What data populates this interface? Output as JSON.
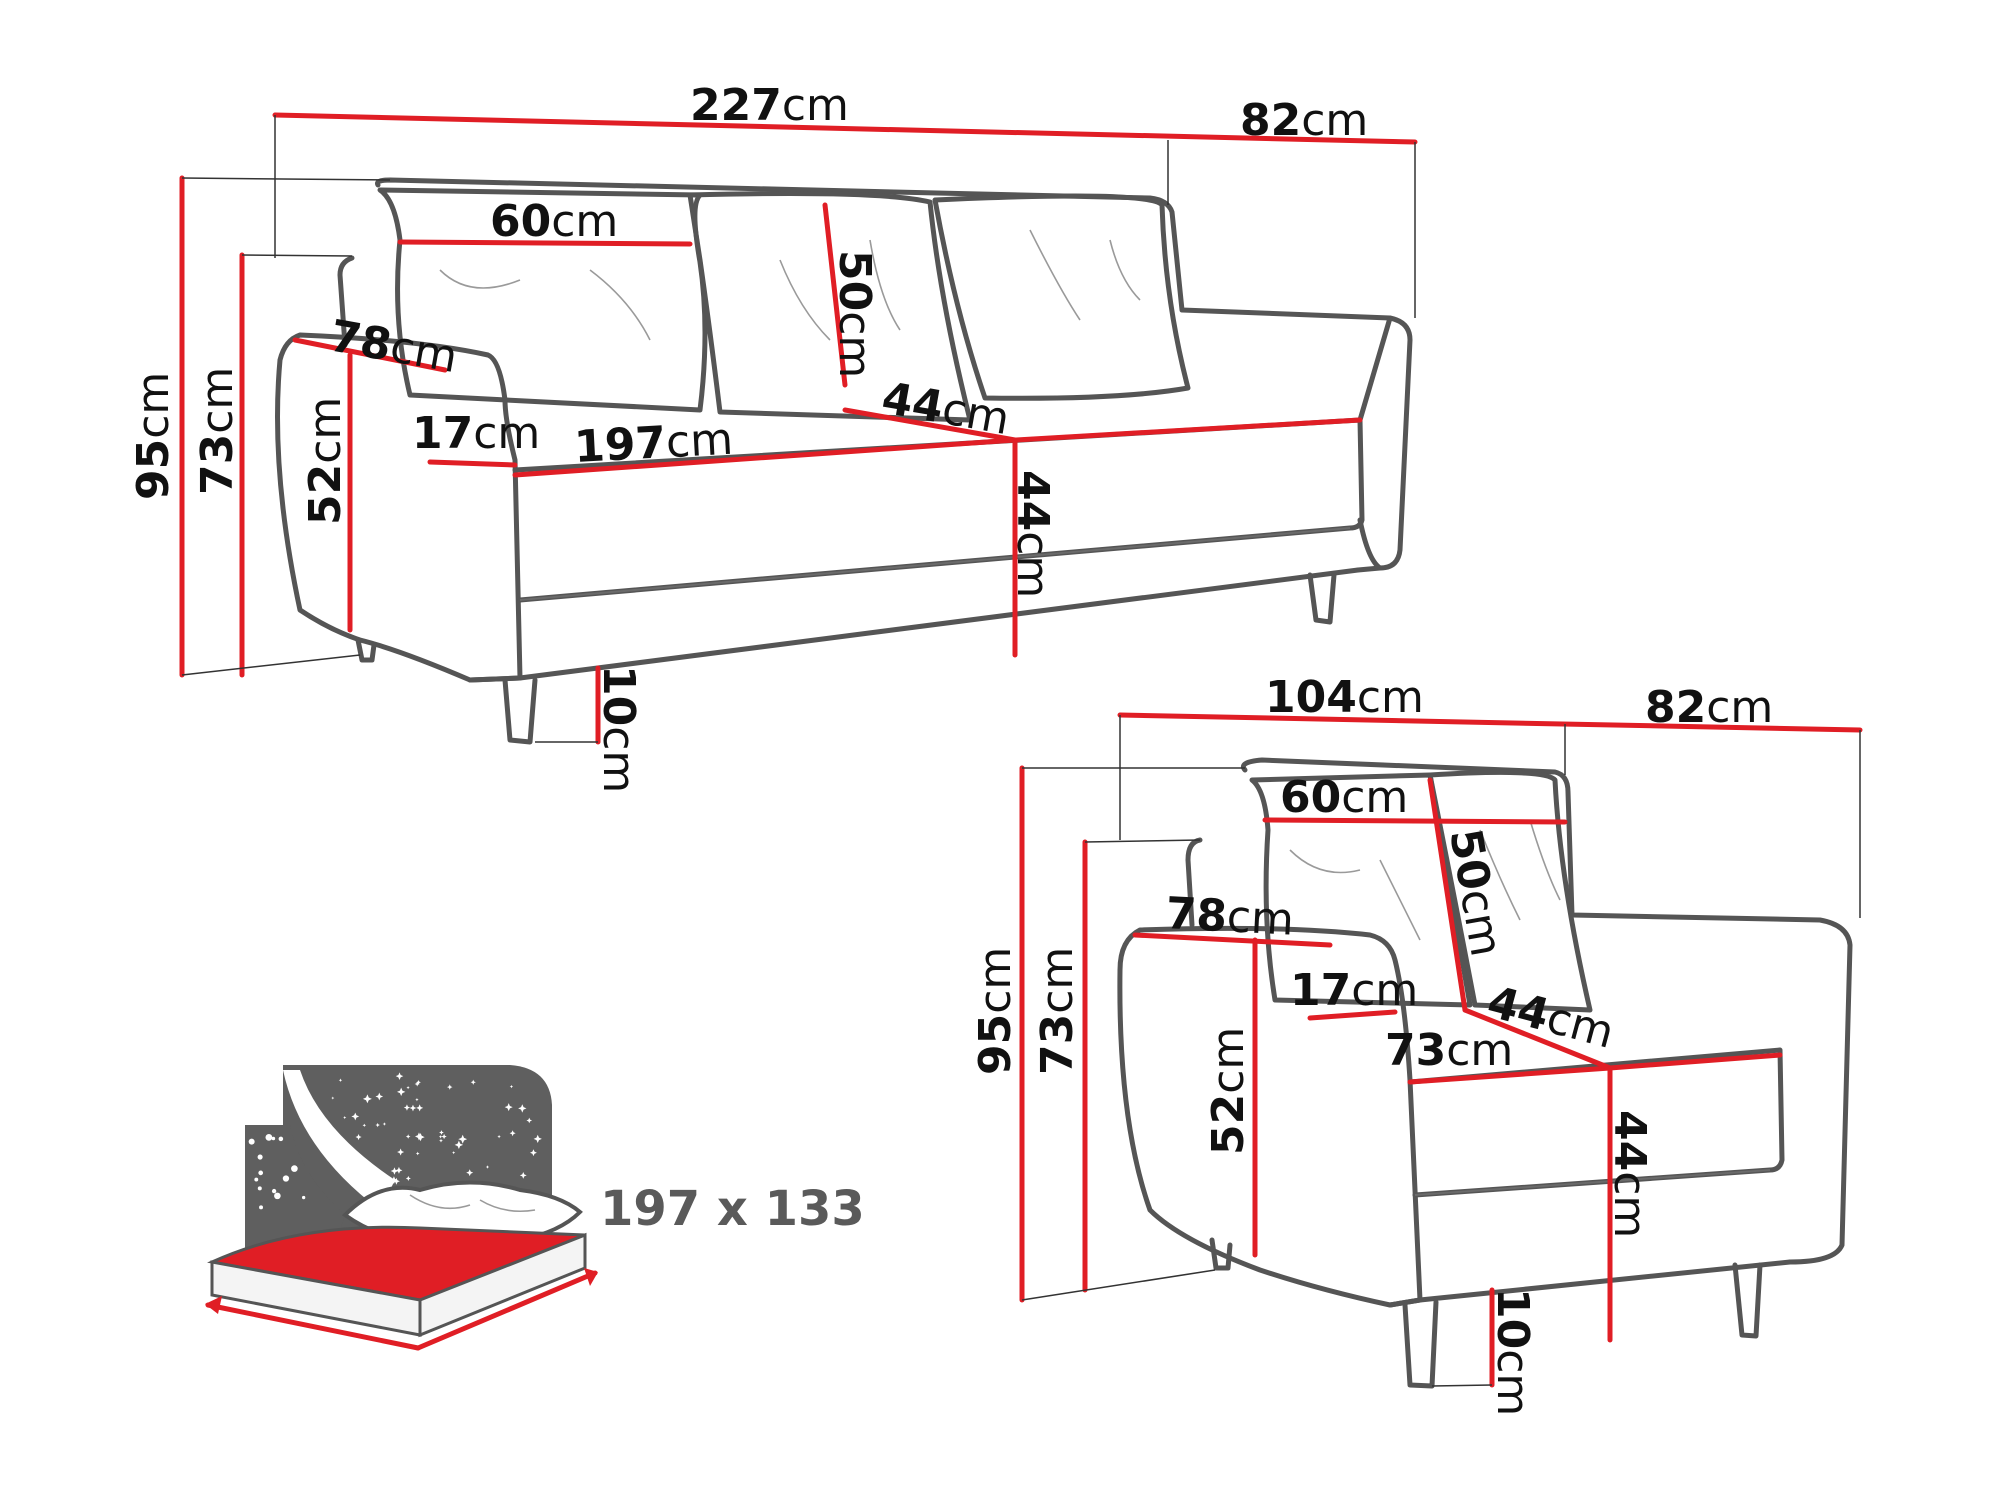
{
  "unit": "cm",
  "sofa": {
    "width": "227",
    "depth": "82",
    "height": "95",
    "backrest_height": "73",
    "armrest_height": "52",
    "armrest_depth": "78",
    "armrest_width": "17",
    "cushion_width": "60",
    "cushion_height": "50",
    "seat_width": "197",
    "seat_depth": "44",
    "seat_height": "44",
    "leg_height": "10"
  },
  "armchair": {
    "width": "104",
    "depth": "82",
    "height": "95",
    "backrest_height": "73",
    "armrest_height": "52",
    "armrest_depth": "78",
    "armrest_width": "17",
    "cushion_width": "60",
    "cushion_height": "50",
    "seat_width": "73",
    "seat_depth": "44",
    "seat_height": "44",
    "leg_height": "10"
  },
  "bed": {
    "size": "197 x 133",
    "icon": "sleeping-function-icon",
    "colors": {
      "mattress": "#e01e25",
      "night": "#5f5f5f"
    }
  },
  "colors": {
    "dimension_line": "#e01e25",
    "outline": "#555555"
  }
}
